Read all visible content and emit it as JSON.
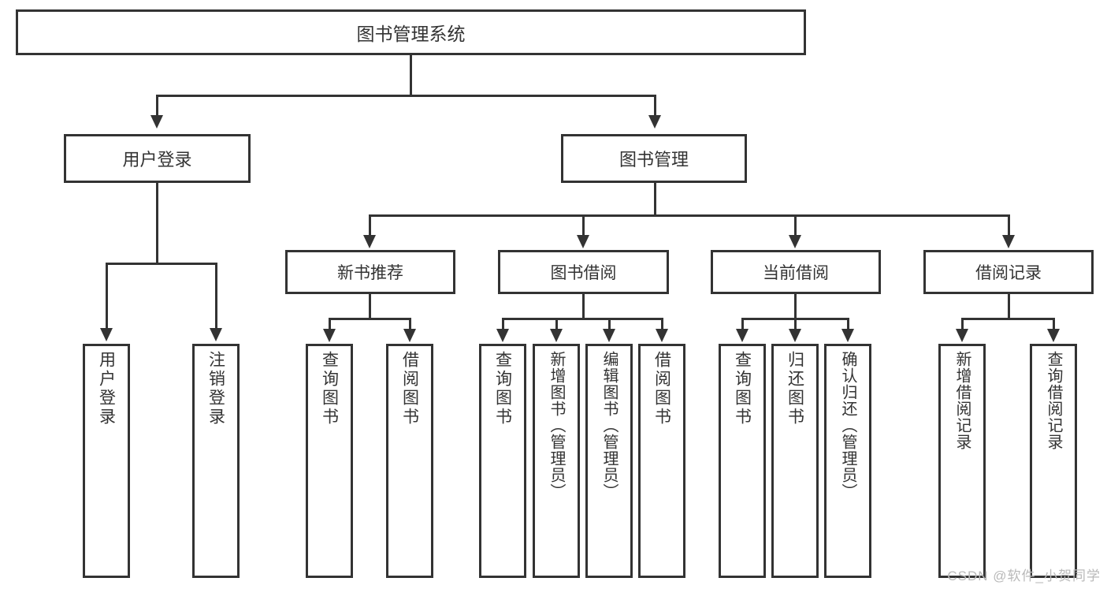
{
  "diagram": {
    "title": "图书管理系统",
    "type": "hierarchy-tree",
    "root": {
      "id": "root",
      "label": "图书管理系统"
    },
    "level2": [
      {
        "id": "user-login",
        "label": "用户登录"
      },
      {
        "id": "book-manage",
        "label": "图书管理"
      }
    ],
    "level3": [
      {
        "id": "new-book-rec",
        "label": "新书推荐",
        "parent": "book-manage"
      },
      {
        "id": "book-borrow",
        "label": "图书借阅",
        "parent": "book-manage"
      },
      {
        "id": "current-borrow",
        "label": "当前借阅",
        "parent": "book-manage"
      },
      {
        "id": "borrow-record",
        "label": "借阅记录",
        "parent": "book-manage"
      }
    ],
    "leaves": [
      {
        "id": "leaf-user-login",
        "label": "用户登录",
        "parent": "user-login"
      },
      {
        "id": "leaf-logout",
        "label": "注销登录",
        "parent": "user-login"
      },
      {
        "id": "leaf-query-book-1",
        "label": "查询图书",
        "parent": "new-book-rec"
      },
      {
        "id": "leaf-borrow-book-1",
        "label": "借阅图书",
        "parent": "new-book-rec"
      },
      {
        "id": "leaf-query-book-2",
        "label": "查询图书",
        "parent": "book-borrow"
      },
      {
        "id": "leaf-add-book",
        "label": "新增图书（管理员）",
        "parent": "book-borrow"
      },
      {
        "id": "leaf-edit-book",
        "label": "编辑图书（管理员）",
        "parent": "book-borrow"
      },
      {
        "id": "leaf-borrow-book-2",
        "label": "借阅图书",
        "parent": "book-borrow"
      },
      {
        "id": "leaf-query-book-3",
        "label": "查询图书",
        "parent": "current-borrow"
      },
      {
        "id": "leaf-return-book",
        "label": "归还图书",
        "parent": "current-borrow"
      },
      {
        "id": "leaf-confirm-return",
        "label": "确认归还（管理员）",
        "parent": "current-borrow"
      },
      {
        "id": "leaf-add-record",
        "label": "新增借阅记录",
        "parent": "borrow-record"
      },
      {
        "id": "leaf-query-record",
        "label": "查询借阅记录",
        "parent": "borrow-record"
      }
    ],
    "colors": {
      "stroke": "#333333",
      "fill": "#ffffff",
      "text": "#333333",
      "watermark": "#b9b9b9"
    }
  },
  "watermark": {
    "text": "CSDN @软件_小贺同学"
  }
}
